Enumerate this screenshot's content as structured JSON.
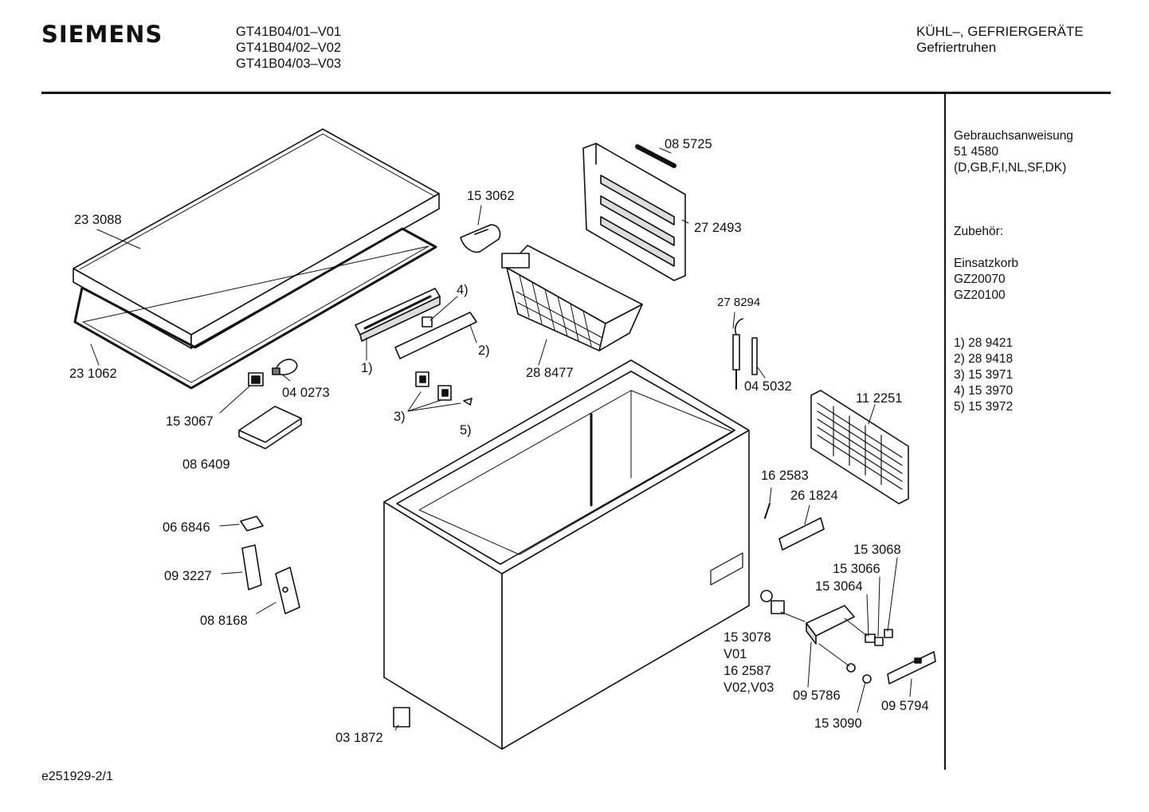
{
  "header": {
    "brand": "SIEMENS",
    "models": [
      "GT41B04/01–V01",
      "GT41B04/02–V02",
      "GT41B04/03–V03"
    ],
    "category": "KÜHL–, GEFRIERGERÄTE",
    "subcategory": "Gefriertruhen"
  },
  "sidebar": {
    "manual_title": "Gebrauchsanweisung",
    "manual_number": "51 4580",
    "manual_languages": "(D,GB,F,I,NL,SF,DK)",
    "accessories_title": "Zubehör:",
    "basket_title": "Einsatzkorb",
    "basket_codes": [
      "GZ20070",
      "GZ20100"
    ],
    "footnotes": [
      "1)  28 9421",
      "2)  28 9418",
      "3)  15 3971",
      "4)  15 3970",
      "5)  15 3972"
    ]
  },
  "diagram": {
    "labels": {
      "lid": "23 3088",
      "gasket": "23 1062",
      "switch": "15 3067",
      "lamp": "04 0273",
      "lamp_cover": "08 6409",
      "handle_top": "15 3062",
      "ref_1": "1)",
      "ref_2": "2)",
      "ref_3": "3)",
      "ref_4": "4)",
      "ref_5": "5)",
      "basket": "28 8477",
      "hinge_top": "08 5725",
      "divider": "27 2493",
      "sensor_a": "27 8294",
      "sensor_b": "04 5032",
      "condenser": "11 2251",
      "screw": "16 2583",
      "grip": "26 1824",
      "knob_a": "15 3068",
      "knob_b": "15 3066",
      "knob_c": "15 3064",
      "thermostat": "15 3078",
      "thermostat_v": "V01",
      "thermostat_alt": "16 2587",
      "thermostat_alt_v": "V02,V03",
      "control_box": "09 5786",
      "knob_d": "15 3090",
      "panel": "09 5794",
      "clip": "06 6846",
      "hinge_cover": "09 3227",
      "hinge": "08 8168",
      "foot": "03 1872"
    }
  },
  "footer": {
    "code": "e251929-2/1"
  }
}
